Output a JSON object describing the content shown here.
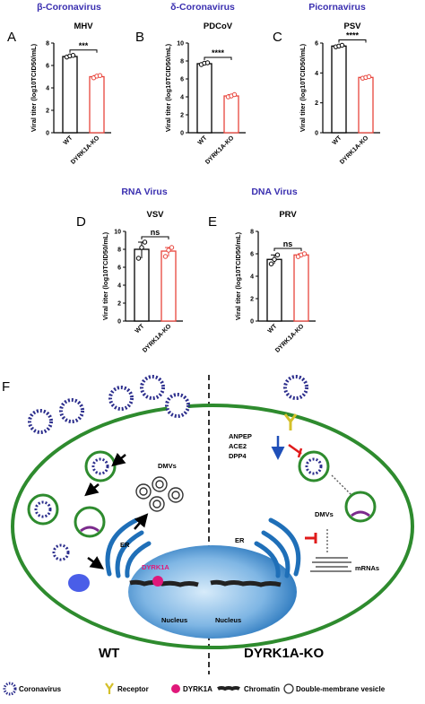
{
  "chart_data": [
    {
      "panel": "A",
      "group_label": "β-Coronavirus",
      "title": "MHV",
      "type": "bar",
      "categories": [
        "WT",
        "DYRK1A-KO"
      ],
      "values": [
        6.8,
        5.0
      ],
      "points": [
        [
          6.75,
          6.85,
          6.9
        ],
        [
          4.9,
          5.05,
          5.1
        ]
      ],
      "ylim": [
        0,
        8
      ],
      "yticks": [
        "0",
        "2",
        "4",
        "6",
        "8"
      ],
      "ylabel": "Viral titer (log10TCID50/mL)",
      "significance": "***"
    },
    {
      "panel": "B",
      "group_label": "δ-Coronavirus",
      "title": "PDCoV",
      "type": "bar",
      "categories": [
        "WT",
        "DYRK1A-KO"
      ],
      "values": [
        7.7,
        4.1
      ],
      "points": [
        [
          7.6,
          7.75,
          7.8
        ],
        [
          4.0,
          4.1,
          4.25
        ]
      ],
      "ylim": [
        0,
        10
      ],
      "yticks": [
        "0",
        "2",
        "4",
        "6",
        "8",
        "10"
      ],
      "ylabel": "Viral titer (log10TCID50/mL)",
      "significance": "****"
    },
    {
      "panel": "C",
      "group_label": "Picornavirus",
      "title": "PSV",
      "type": "bar",
      "categories": [
        "WT",
        "DYRK1A-KO"
      ],
      "values": [
        5.8,
        3.7
      ],
      "points": [
        [
          5.75,
          5.8,
          5.85
        ],
        [
          3.65,
          3.7,
          3.75
        ]
      ],
      "ylim": [
        0,
        6
      ],
      "yticks": [
        "0",
        "2",
        "4",
        "6"
      ],
      "ylabel": "Viral titer (log10TCID50/mL)",
      "significance": "****"
    },
    {
      "panel": "D",
      "group_label": "RNA Virus",
      "title": "VSV",
      "type": "bar",
      "categories": [
        "WT",
        "DYRK1A-KO"
      ],
      "values": [
        8.0,
        7.8
      ],
      "points": [
        [
          7.0,
          8.2,
          8.8
        ],
        [
          7.2,
          7.9,
          8.2
        ]
      ],
      "ylim": [
        0,
        10
      ],
      "yticks": [
        "0",
        "2",
        "4",
        "6",
        "8",
        "10"
      ],
      "ylabel": "Viral titer (log10TCID50/mL)",
      "significance": "ns"
    },
    {
      "panel": "E",
      "group_label": "DNA Virus",
      "title": "PRV",
      "type": "bar",
      "categories": [
        "WT",
        "DYRK1A-KO"
      ],
      "values": [
        5.5,
        5.9
      ],
      "points": [
        [
          5.1,
          5.5,
          5.9
        ],
        [
          5.75,
          5.9,
          6.0
        ]
      ],
      "ylim": [
        0,
        8
      ],
      "yticks": [
        "0",
        "2",
        "4",
        "6",
        "8"
      ],
      "ylabel": "Viral titer (log10TCID50/mL)",
      "significance": "ns"
    }
  ],
  "colors": {
    "wt": "#000000",
    "ko": "#e8453c",
    "group_label": "#3a2fb0"
  },
  "schematic": {
    "panel": "F",
    "labels": {
      "dmvs_left": "DMVs",
      "er_left": "ER",
      "dyrk1a": "DYRK1A",
      "nucleus_left": "Nucleus",
      "nucleus_right": "Nucleus",
      "er_right": "ER",
      "dmvs_right": "DMVs",
      "receptors": [
        "ANPEP",
        "ACE2",
        "DPP4"
      ],
      "mrnas": "mRNAs",
      "wt": "WT",
      "ko": "DYRK1A-KO"
    },
    "legend": [
      "Coronavirus",
      "Receptor",
      "DYRK1A",
      "Chromatin",
      "Double-membrane vesicle"
    ]
  }
}
